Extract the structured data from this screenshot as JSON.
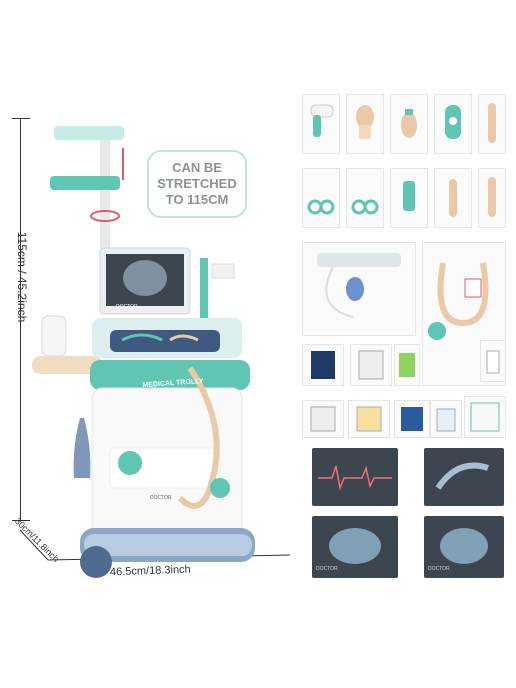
{
  "callout": {
    "line1": "CAN BE",
    "line2": "STRETCHED",
    "line3": "TO 115CM"
  },
  "dimensions": {
    "height": "115cm / 45.2inch",
    "width": "46.5cm/18.3inch",
    "depth": "30cm/11.8inch"
  },
  "trolley": {
    "label": "MEDICAL TROLLY",
    "monitor_brand": "DOCTOR",
    "base_brand": "DOCTOR"
  },
  "colors": {
    "mint": "#5fc6b3",
    "navy": "#3e5a80",
    "white": "#ffffff",
    "xray": "#3b4650",
    "beige": "#e9c9a6"
  },
  "accessory_labels": {
    "xray_brand": "DOCTOR"
  }
}
